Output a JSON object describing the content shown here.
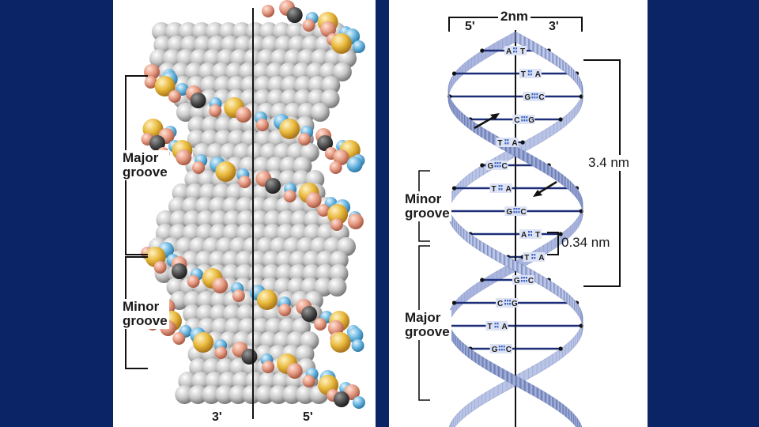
{
  "left_model": {
    "labels": {
      "major_groove": [
        "Major",
        "groove"
      ],
      "minor_groove": [
        "Minor",
        "groove"
      ],
      "end_bottom_left": "3'",
      "end_bottom_right": "5'"
    }
  },
  "right_model": {
    "labels": {
      "width": "2nm",
      "end_top_left": "5'",
      "end_top_right": "3'",
      "pitch": "3.4 nm",
      "rise": "0.34 nm",
      "minor_groove": [
        "Minor",
        "groove"
      ],
      "major_groove": [
        "Major",
        "groove"
      ]
    },
    "base_pairs": [
      {
        "left": "A",
        "right": "T"
      },
      {
        "left": "T",
        "right": "A"
      },
      {
        "left": "G",
        "right": "C"
      },
      {
        "left": "C",
        "right": "G"
      },
      {
        "left": "T",
        "right": "A"
      },
      {
        "left": "G",
        "right": "C"
      },
      {
        "left": "T",
        "right": "A"
      },
      {
        "left": "G",
        "right": "C"
      },
      {
        "left": "A",
        "right": "T"
      },
      {
        "left": "T",
        "right": "A"
      },
      {
        "left": "G",
        "right": "C"
      },
      {
        "left": "C",
        "right": "G"
      },
      {
        "left": "T",
        "right": "A"
      },
      {
        "left": "G",
        "right": "C"
      }
    ]
  },
  "colors": {
    "background": "#0b2466",
    "backbone_yellow": "#e8b83a",
    "oxygen_salmon": "#e59a82",
    "nitrogen_blue": "#6ab6e0",
    "base_gray": "#c8c8c8",
    "carbon_dark": "#4a4a4a",
    "ribbon_blue": "#a9b6dc",
    "bond_line": "#1d2e78"
  }
}
